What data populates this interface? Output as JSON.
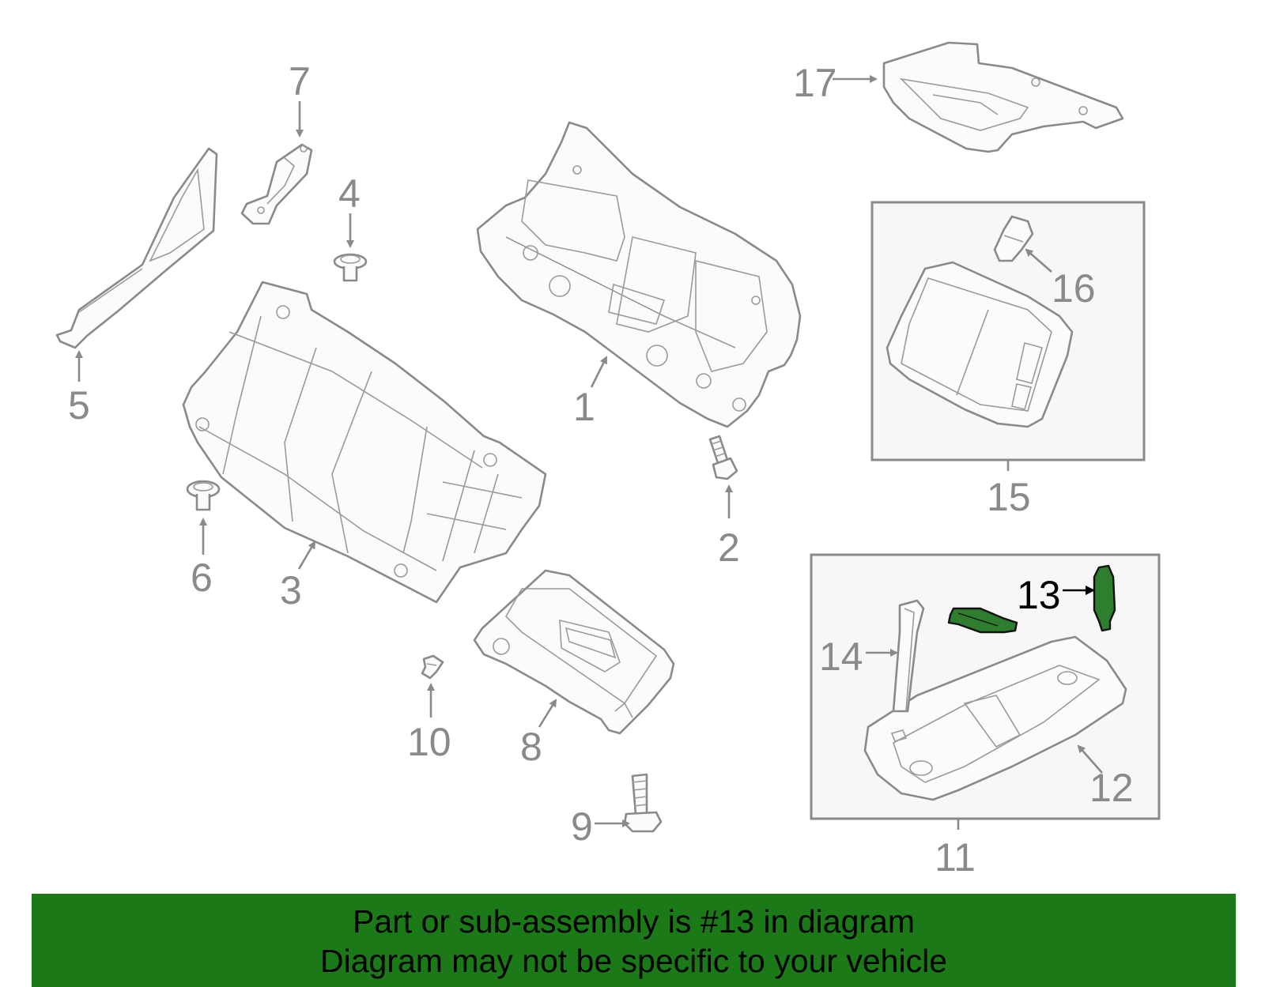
{
  "diagram": {
    "callouts": {
      "c1": "1",
      "c2": "2",
      "c3": "3",
      "c4": "4",
      "c5": "5",
      "c6": "6",
      "c7": "7",
      "c8": "8",
      "c9": "9",
      "c10": "10",
      "c11": "11",
      "c12": "12",
      "c13": "13",
      "c14": "14",
      "c15": "15",
      "c16": "16",
      "c17": "17"
    },
    "highlighted_part": "13",
    "colors": {
      "part_stroke": "#8a8a8a",
      "highlight": "#2f7d2f",
      "banner": "#1b7a17"
    }
  },
  "banner": {
    "line1": "Part or sub-assembly is #13 in diagram",
    "line2": "Diagram may not be specific to your vehicle"
  }
}
